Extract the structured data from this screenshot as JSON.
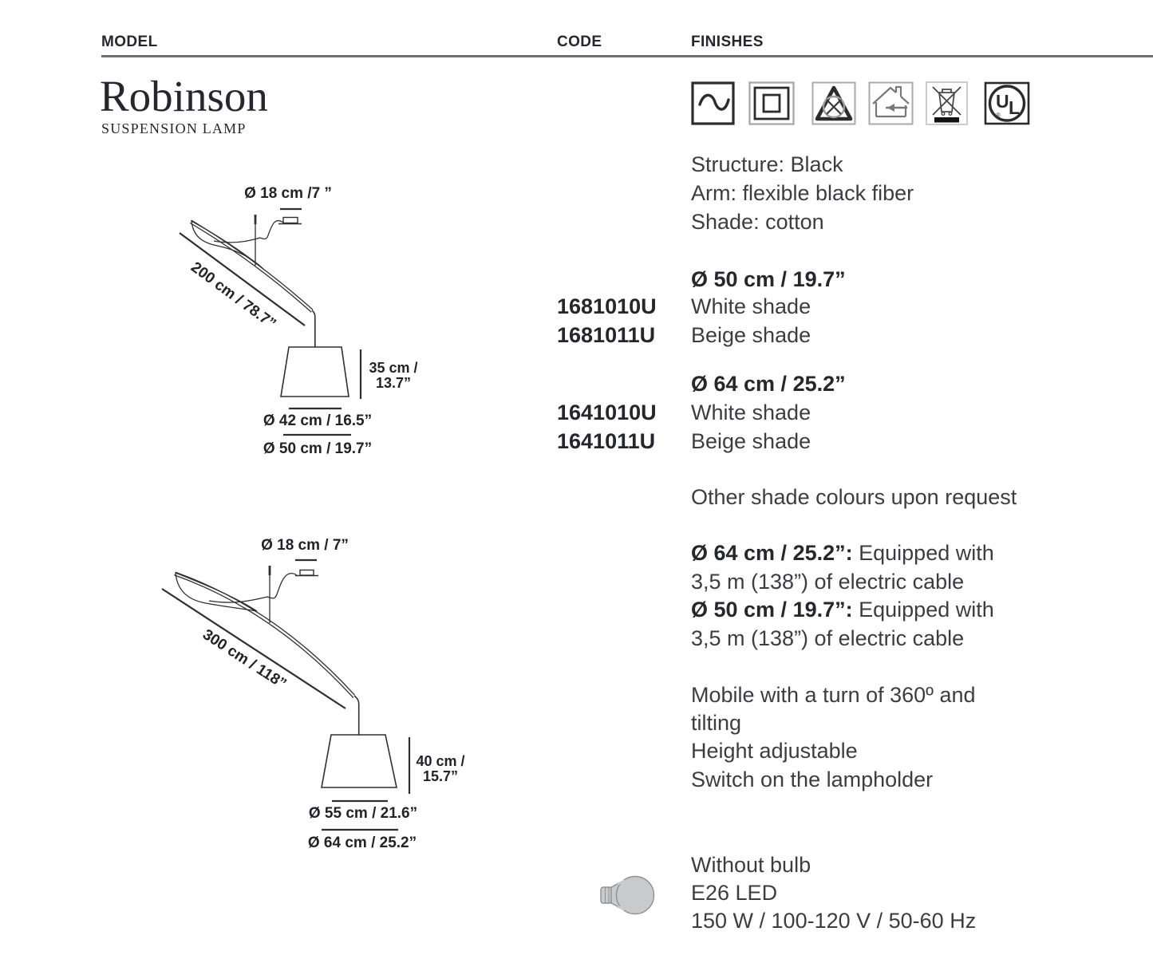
{
  "colors": {
    "text": "#3c3d43",
    "bold_text": "#26272d",
    "rule": "#6e6f73",
    "line_art": "#2e2f33",
    "icon_border_light": "#a9aaad",
    "bulb_fill": "#c9cacb",
    "bulb_stroke": "#8f9093"
  },
  "header": {
    "model": "MODEL",
    "code": "CODE",
    "finishes": "FINISHES"
  },
  "product": {
    "name": "Robinson",
    "category": "SUSPENSION LAMP"
  },
  "finishes_icons": [
    {
      "name": "ac-sine-wave-icon"
    },
    {
      "name": "class-ii-double-insulation-icon"
    },
    {
      "name": "thermal-protection-triangle-icon"
    },
    {
      "name": "indoor-use-only-icon"
    },
    {
      "name": "weee-crossed-bin-icon"
    },
    {
      "name": "ul-certification-icon"
    }
  ],
  "materials": [
    "Structure: Black",
    "Arm: flexible black fiber",
    "Shade: cotton"
  ],
  "variants": [
    {
      "size": "Ø 50 cm / 19.7”",
      "options": [
        {
          "code": "1681010U",
          "finish": "White shade"
        },
        {
          "code": "1681011U",
          "finish": "Beige shade"
        }
      ]
    },
    {
      "size": "Ø 64 cm / 25.2”",
      "options": [
        {
          "code": "1641010U",
          "finish": "White shade"
        },
        {
          "code": "1641011U",
          "finish": "Beige shade"
        }
      ]
    }
  ],
  "note": "Other shade colours upon request",
  "cable_info": [
    {
      "bold": "Ø 64 cm / 25.2”:",
      "rest": "Equipped with"
    },
    {
      "bold": "",
      "rest": "3,5 m (138”) of electric cable"
    },
    {
      "bold": "Ø 50 cm / 19.7”:",
      "rest": "Equipped with"
    },
    {
      "bold": "",
      "rest": "3,5 m (138”) of electric cable"
    }
  ],
  "features": [
    "Mobile with a turn of 360º and",
    "tilting",
    "Height adjustable",
    "Switch on the lampholder"
  ],
  "lamping": [
    "Without bulb",
    "E26 LED",
    "150 W / 100-120 V / 50-60 Hz"
  ],
  "diagram_small": {
    "canopy": "Ø 18 cm /7 ”",
    "arm_length": "200 cm / 78.7”",
    "height_line1": "35 cm /",
    "height_line2": "13.7”",
    "top_diameter": "Ø 42 cm / 16.5”",
    "bottom_diameter": "Ø 50 cm / 19.7”"
  },
  "diagram_large": {
    "canopy": "Ø 18 cm / 7”",
    "arm_length": "300 cm / 118”",
    "height_line1": "40 cm /",
    "height_line2": "15.7”",
    "top_diameter": "Ø 55 cm / 21.6”",
    "bottom_diameter": "Ø 64 cm / 25.2”"
  }
}
